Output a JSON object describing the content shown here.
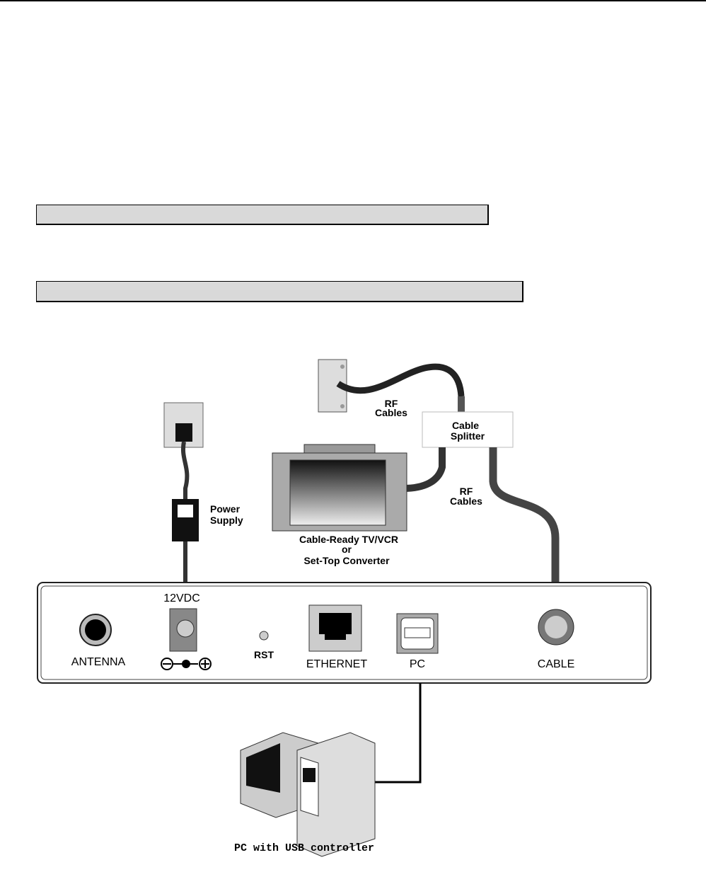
{
  "page": {
    "header_rule": true
  },
  "boxes": [
    {
      "text": ""
    },
    {
      "text": ""
    }
  ],
  "diagram": {
    "labels": {
      "rf_cables_top": [
        "RF",
        "Cables"
      ],
      "cable_splitter": [
        "Cable",
        "Splitter"
      ],
      "rf_cables_mid": [
        "RF",
        "Cables"
      ],
      "power_supply": [
        "Power",
        "Supply"
      ],
      "tv": [
        "Cable-Ready TV/VCR",
        "or",
        "Set-Top Converter"
      ],
      "pc_caption": "PC with USB controller"
    },
    "ports": {
      "antenna": "ANTENNA",
      "dc": "12VDC",
      "rst": "RST",
      "ethernet": "ETHERNET",
      "pc": "PC",
      "cable": "CABLE"
    },
    "colors": {
      "panel_fill": "#ffffff",
      "box_fill": "#d9d9d9",
      "cable": "#333333"
    }
  }
}
